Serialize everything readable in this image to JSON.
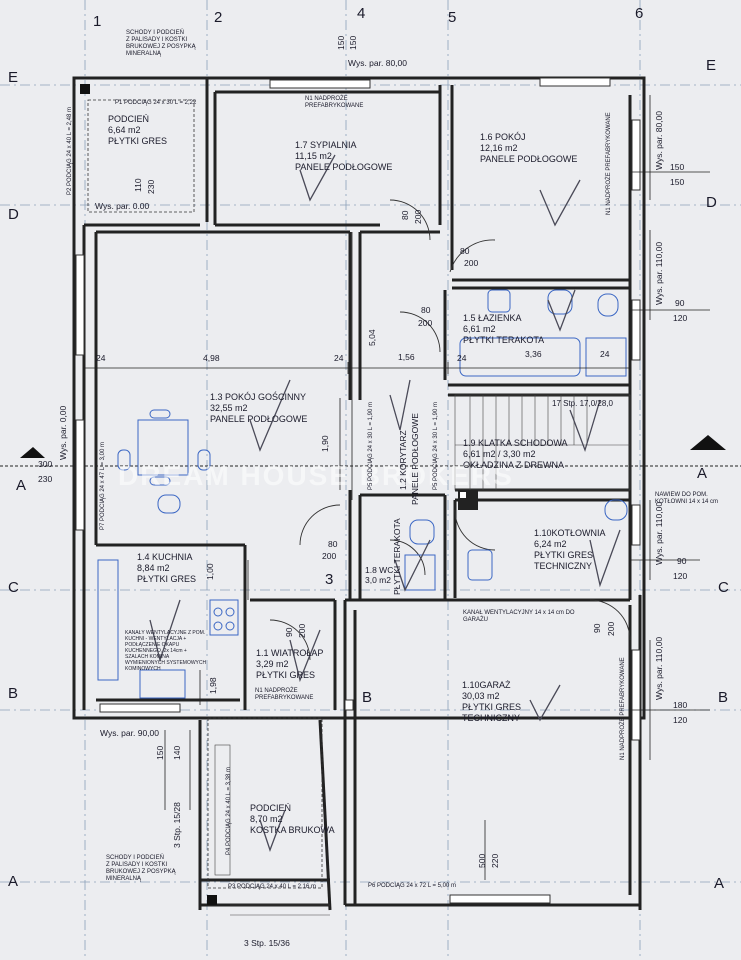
{
  "grid": {
    "columns": [
      "1",
      "2",
      "3",
      "4",
      "5",
      "6"
    ],
    "rows": [
      "E",
      "D",
      "C",
      "B",
      "A"
    ],
    "section_marks": [
      "A",
      "A"
    ]
  },
  "watermark": "DREAM HOUSE BROKERS",
  "rooms": [
    {
      "id": "podcien-top",
      "lines": [
        "PODCIEŃ",
        "6,64 m2",
        "PŁYTKI GRES"
      ]
    },
    {
      "id": "sypialnia",
      "lines": [
        "1.7 SYPIALNIA",
        "11,15 m2",
        "PANELE PODŁOGOWE"
      ]
    },
    {
      "id": "pokoj",
      "lines": [
        "1.6 POKÓJ",
        "12,16 m2",
        "PANELE PODŁOGOWE"
      ]
    },
    {
      "id": "lazienka",
      "lines": [
        "1.5 ŁAZIENKA",
        "6,61 m2",
        "PŁYTKI TERAKOTA"
      ]
    },
    {
      "id": "goscinny",
      "lines": [
        "1.3 POKÓJ GOŚCINNY",
        "32,55 m2",
        "PANELE PODŁOGOWE"
      ]
    },
    {
      "id": "klatka",
      "lines": [
        "1.9 KLATKA SCHODOWA",
        "6,61 m2 / 3,30 m2",
        "OKŁADZINA Z DREWNA"
      ]
    },
    {
      "id": "kuchnia",
      "lines": [
        "1.4 KUCHNIA",
        "8,84 m2",
        "PŁYTKI GRES"
      ]
    },
    {
      "id": "kotlownia",
      "lines": [
        "1.10KOTŁOWNIA",
        "6,24 m2",
        "PŁYTKI GRES",
        "TECHNICZNY"
      ]
    },
    {
      "id": "wiatrolap",
      "lines": [
        "1.1 WIATROŁAP",
        "3,29 m2",
        "PŁYTKI GRES"
      ]
    },
    {
      "id": "garaz",
      "lines": [
        "1.10GARAŻ",
        "30,03 m2",
        "PŁYTKI GRES",
        "TECHNICZNY"
      ]
    },
    {
      "id": "podcien-bottom",
      "lines": [
        "PODCIEŃ",
        "8,70 m2",
        "KOSTKA BRUKOWA"
      ]
    }
  ],
  "labels": {
    "schody_top": [
      "SCHODY I PODCIEŃ",
      "Z PALISADY I KOSTKI",
      "BRUKOWEJ Z POSYPKĄ",
      "MINERALNĄ"
    ],
    "schody_bottom": [
      "SCHODY I PODCIEŃ",
      "Z PALISADY I KOSTKI",
      "BRUKOWEJ Z POSYPKĄ",
      "MINERALNĄ"
    ],
    "wys_par_80_top": "Wys. par. 80,00",
    "wys_par_000_top": "Wys. par. 0.00",
    "wys_par_80_right": "Wys. par. 80,00",
    "wys_par_110_right": "Wys. par. 110,00",
    "wys_par_110_right2": "Wys. par. 110,00",
    "wys_par_110_right3": "Wys. par. 110,00",
    "wys_par_000_left": "Wys. par. 0,00",
    "wys_par_90": "Wys. par. 90,00",
    "p1": "P1 PODCIĄG 24 x 30 L = 2,22",
    "p2": "P2 PODCIĄG 24 x 40 L = 2,48 m",
    "p7": "P7 PODCIĄG 24 x 47 L = 3,00 m",
    "p3": "P3 PODCIĄG 24 x 40 L = 2,16 m",
    "p4": "P4 PODCIĄG 24 x 40 L = 3,38 m",
    "p6": "P6 PODCIĄG 24 x 72 L = 5,00 m",
    "p5": "P5 PODCIĄG 24 x 30 L = 1,90 m",
    "p5b": "P5 PODCIĄG 24 x 30 L = 1,90 m",
    "n1_top": "N1 NADPROŻE\nPREFABRYKOWANE",
    "n1_b": "N1 NADPROŻE",
    "n1_b2": "PREFABRYKOWANE",
    "n1_right": "N1 NADPROŻE PREFABRYKOWANE",
    "n1_right2": "N1 NADPROŻE PREFABRYKOWANE",
    "korytarz": "1.2 KORYTARZ",
    "korytarz_floor": "PANELE PODŁOGOWE",
    "wc": "1.8 WC",
    "wc_area": "3,0 m2",
    "wc_floor": "PŁYTKI TERAKOTA",
    "stairs_top": "17 Stp. 17,0/28,0",
    "stairs_bottom_left": "3 Stp. 15/28",
    "stairs_bottom": "3 Stp. 15/36",
    "naswiew": "NAWIEW DO POM. KOTŁOWNI 14 x 14 cm",
    "kanal": "KANAŁ WENTYLACYJNY 14 x 14 cm DO GARAŻU",
    "kuchnia_note": "KANAŁY WENTYLACYJNE Z POM. KUCHNI - WENTYLACJA + PODŁĄCZENIE OKAPU KUCHENNEGO, 2x 14cm + SZALACH KOMINA WYMIENIONYCH SYSTEMOWYCH KOMINOWYCH",
    "b_left": "B",
    "grid_3": "3"
  },
  "dimensions": {
    "d150_top": "150",
    "d150_top2": "150",
    "d110": "110",
    "d230": "230",
    "d80_a": "80",
    "d200_a": "200",
    "d80_b": "80",
    "d200_b": "200",
    "d80_c": "80",
    "d200_c": "200",
    "d150_r1": "150",
    "d150_r2": "150",
    "d90_r": "90",
    "d120_r": "120",
    "d24_a": "24",
    "d498": "4,98",
    "d24_b": "24",
    "d504": "5,04",
    "d156": "1,56",
    "d24_c": "24",
    "d336": "3,36",
    "d24_d": "24",
    "d190": "1,90",
    "d300": "300",
    "d230_l": "230",
    "d80_d": "80",
    "d200_d": "200",
    "d100": "1,00",
    "d90_e": "90",
    "d200_e": "200",
    "d90_r2": "90",
    "d120_r2": "120",
    "d90_f": "90",
    "d200_f": "200",
    "d198": "1,98",
    "d180": "180",
    "d120_r3": "120",
    "d150_b": "150",
    "d140_b": "140",
    "d500": "500",
    "d220": "220"
  }
}
